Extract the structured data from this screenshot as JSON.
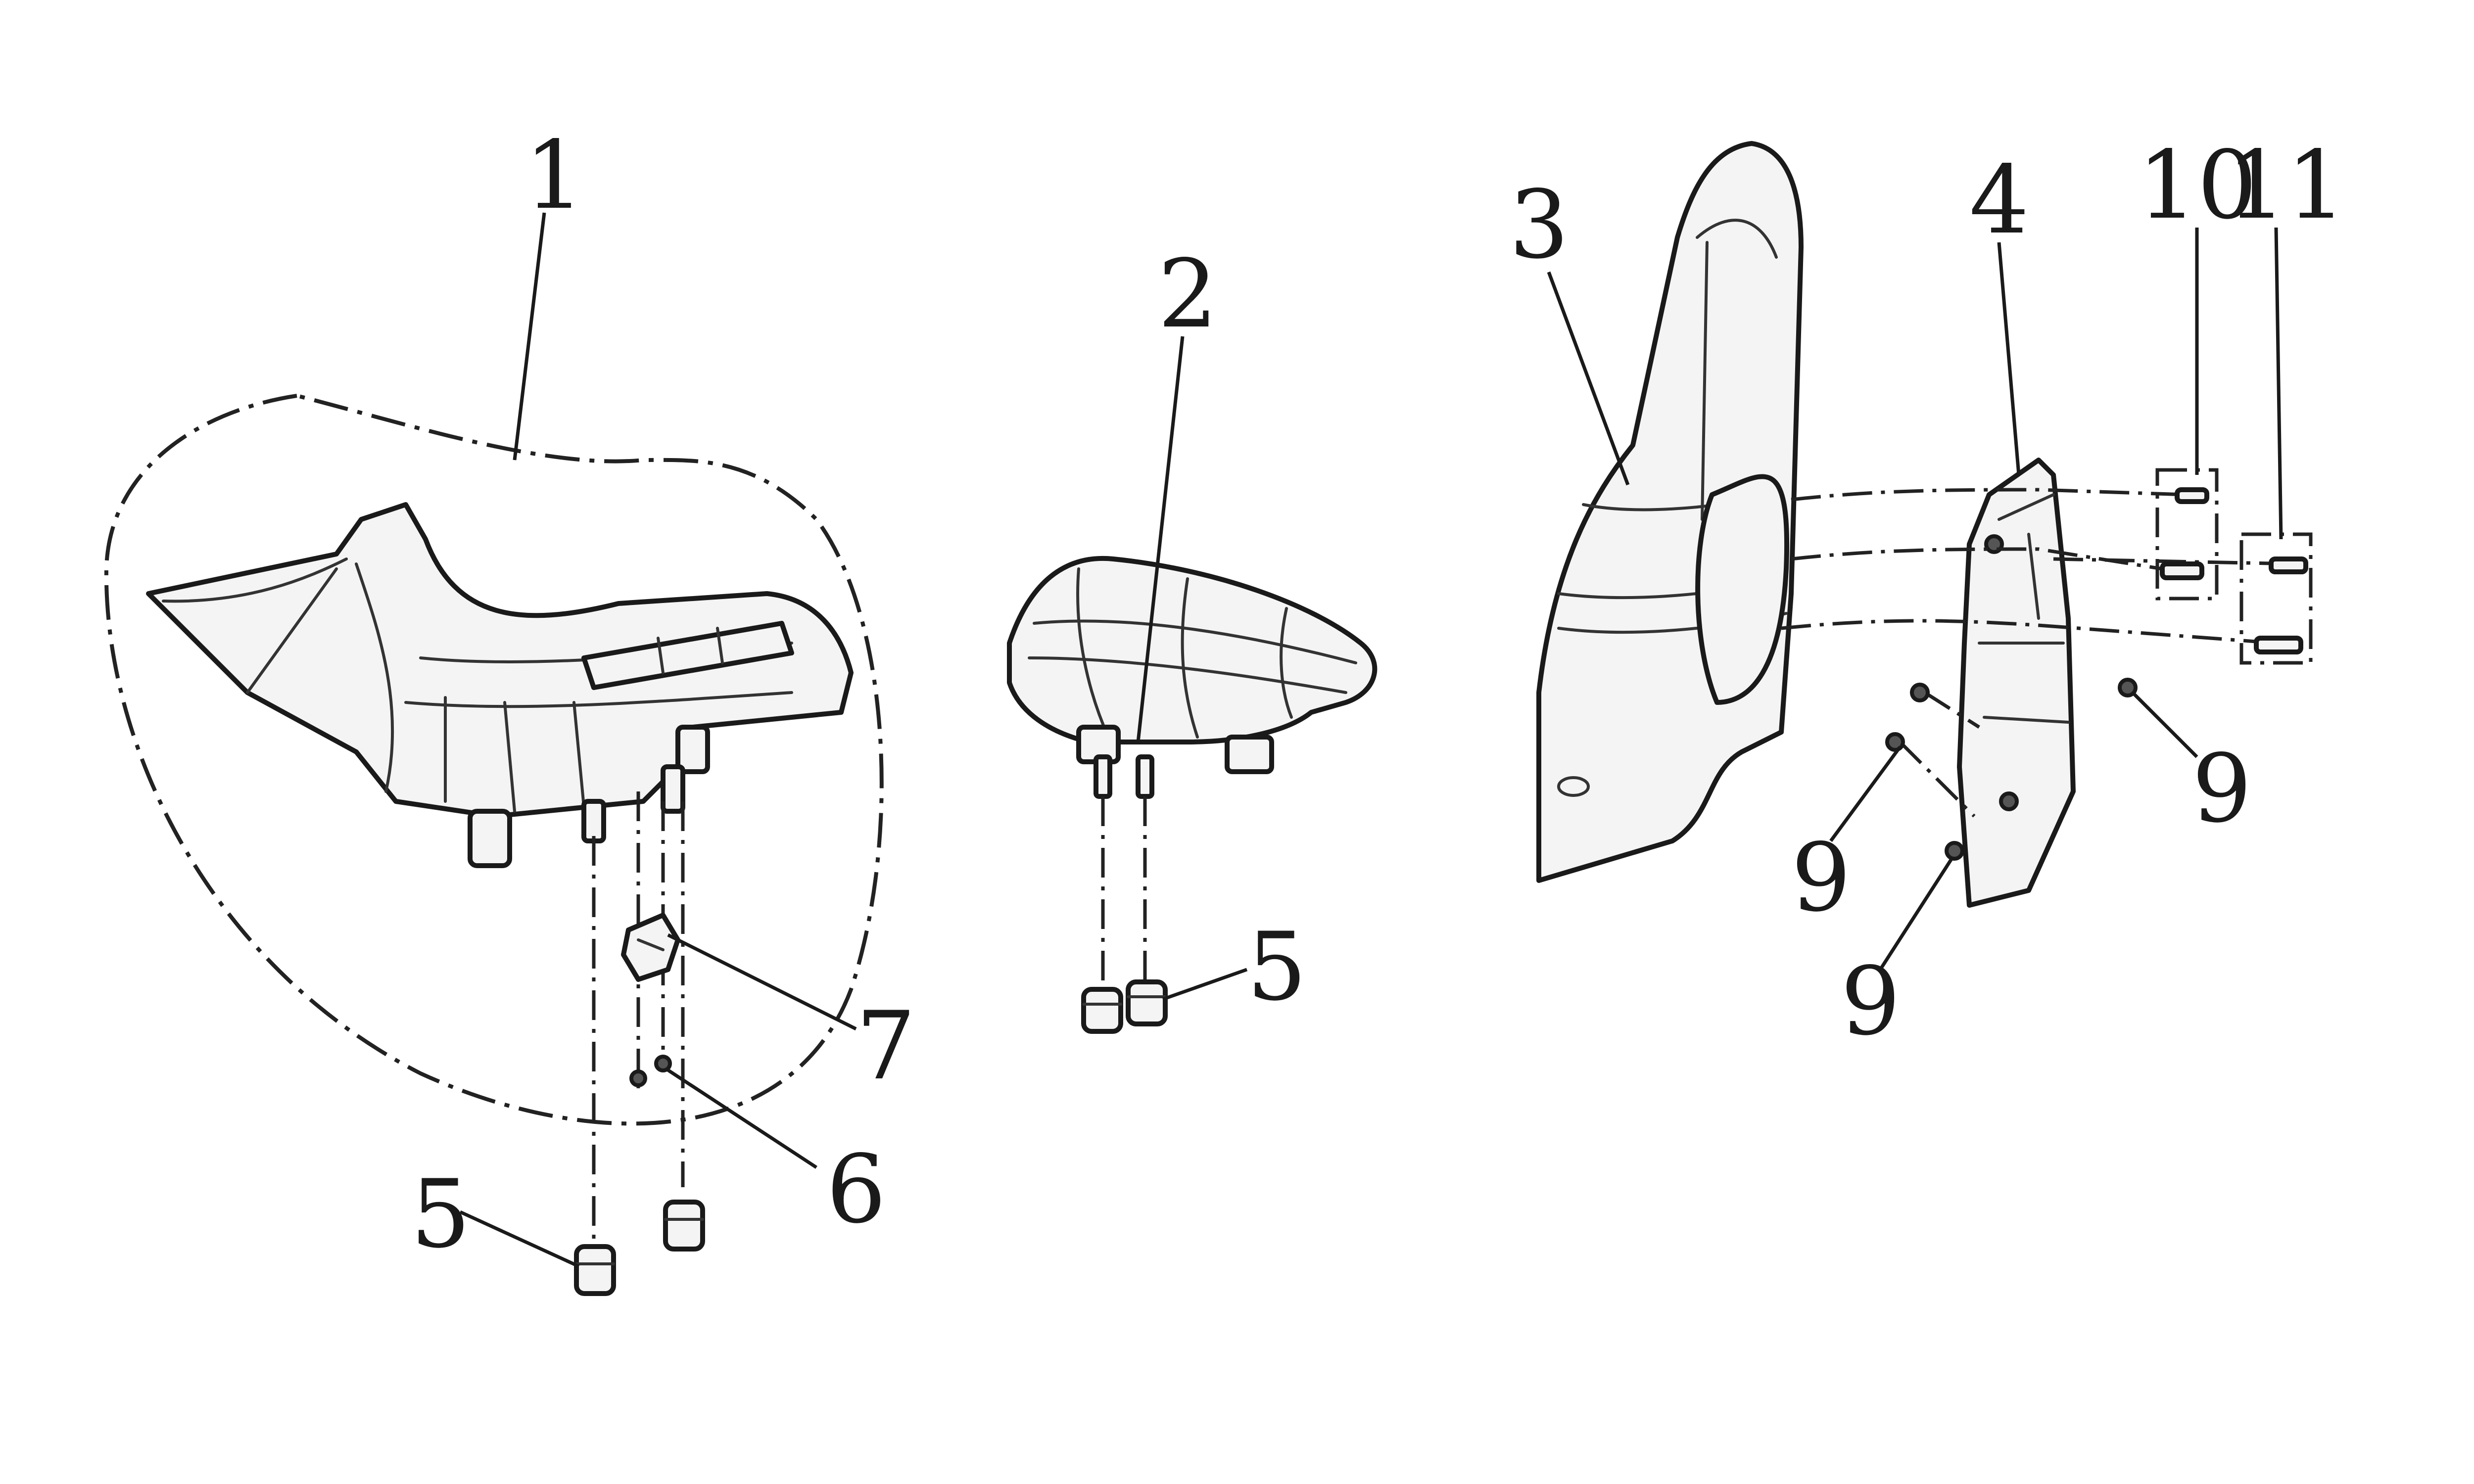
{
  "callouts": {
    "c1": "1",
    "c2": "2",
    "c3": "3",
    "c4": "4",
    "c5a": "5",
    "c5b": "5",
    "c6": "6",
    "c7": "7",
    "c9a": "9",
    "c9b": "9",
    "c9c": "9",
    "c10": "10",
    "c11": "11"
  }
}
